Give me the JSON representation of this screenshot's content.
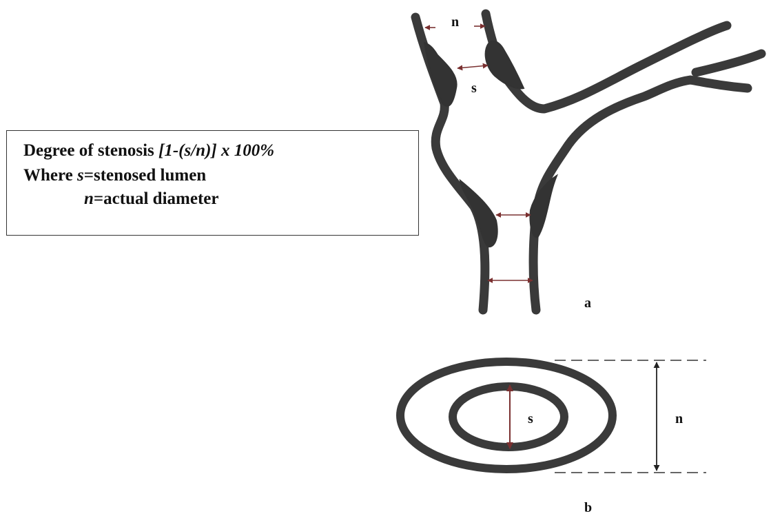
{
  "formula": {
    "line1_prefix": "Degree of stenosis ",
    "line1_expr": "[1-(s/n)] x 100%",
    "line2_prefix": "Where ",
    "line2_var": "s",
    "line2_rest": "=stenosed lumen",
    "line3_var": "n",
    "line3_rest": "=actual diameter"
  },
  "labels": {
    "n_top": "n",
    "s_top": "s",
    "panel_a": "a",
    "s_ring": "s",
    "n_ring": "n",
    "panel_b": "b"
  },
  "colors": {
    "vessel": "#3a3a3a",
    "plaque": "#333333",
    "arrow": "#7a3030",
    "ink": "#111111"
  }
}
